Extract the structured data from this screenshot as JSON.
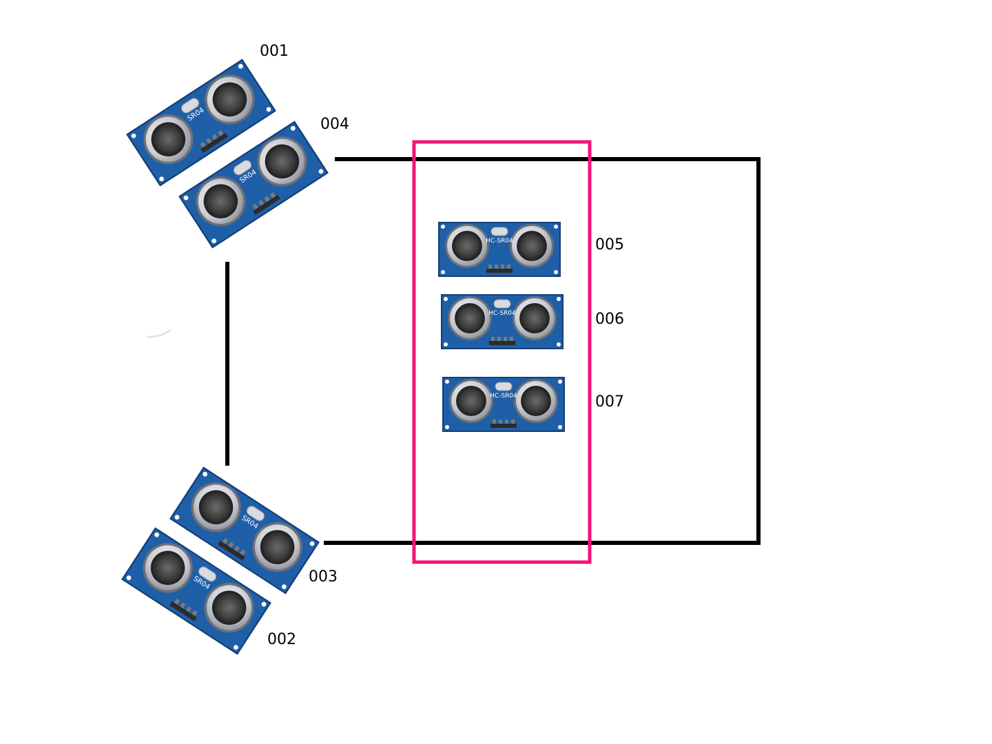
{
  "colors": {
    "frame": "#000000",
    "highlight": "#f0147a",
    "pcb": "#1f5fa8",
    "pcb_dark": "#133f78",
    "transducer_rim": "#c9ccd2",
    "transducer_mesh": "#3a3a3a",
    "pins": "#7a7a7a"
  },
  "icons": {
    "sensor": "ultrasonic-sensor-icon"
  },
  "sensors": [
    {
      "id": "001",
      "label": "001",
      "board_text": "SR04",
      "orientation": "diagonal"
    },
    {
      "id": "004",
      "label": "004",
      "board_text": "SR04",
      "orientation": "diagonal"
    },
    {
      "id": "003",
      "label": "003",
      "board_text": "SR04",
      "orientation": "diagonal"
    },
    {
      "id": "002",
      "label": "002",
      "board_text": "SR04",
      "orientation": "diagonal"
    },
    {
      "id": "005",
      "label": "005",
      "board_text": "HC-SR04",
      "orientation": "front"
    },
    {
      "id": "006",
      "label": "006",
      "board_text": "HC-SR04",
      "orientation": "front"
    },
    {
      "id": "007",
      "label": "007",
      "board_text": "HC-SR04",
      "orientation": "front"
    }
  ]
}
